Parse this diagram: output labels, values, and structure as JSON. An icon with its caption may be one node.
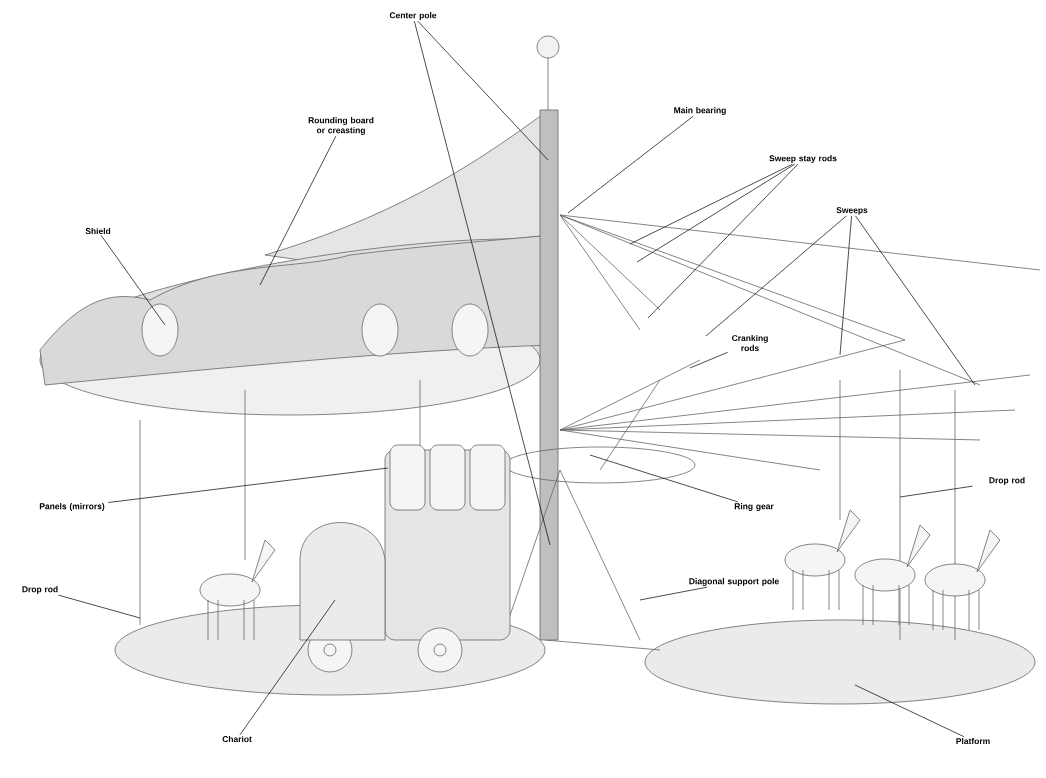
{
  "diagram": {
    "nodes": [
      {
        "text": [
          "Center pole"
        ]
      },
      {
        "text": [
          "Main bearing"
        ]
      },
      {
        "text": [
          "Rounding board or creasting"
        ]
      },
      {
        "text": [
          "Sweep stay rods"
        ]
      },
      {
        "text": [
          "Shield"
        ]
      },
      {
        "text": [
          "Sweeps"
        ]
      },
      {
        "text": [
          "Cranking rods"
        ]
      },
      {
        "text": [
          "Panels (mirrors)"
        ]
      },
      {
        "text": [
          "Ring gear"
        ]
      },
      {
        "text": [
          "Drop rod"
        ]
      },
      {
        "text": [
          "Drop rod"
        ]
      },
      {
        "text": [
          "Diagonal support pole"
        ]
      },
      {
        "text": [
          "Chariot"
        ]
      },
      {
        "text": [
          "Platform"
        ]
      }
    ],
    "edges": [
      {
        "from": 0,
        "to": null,
        "arrow": "none"
      },
      {
        "from": 0,
        "to": null,
        "arrow": "none"
      },
      {
        "from": 1,
        "to": null,
        "arrow": "none"
      },
      {
        "from": 2,
        "to": null,
        "arrow": "none"
      },
      {
        "from": 3,
        "to": null,
        "arrow": "none"
      },
      {
        "from": 3,
        "to": null,
        "arrow": "none"
      },
      {
        "from": 3,
        "to": null,
        "arrow": "none"
      },
      {
        "from": 4,
        "to": null,
        "arrow": "none"
      },
      {
        "from": 5,
        "to": null,
        "arrow": "none"
      },
      {
        "from": 5,
        "to": null,
        "arrow": "none"
      },
      {
        "from": 5,
        "to": null,
        "arrow": "none"
      },
      {
        "from": 6,
        "to": null,
        "arrow": "none"
      },
      {
        "from": 7,
        "to": null,
        "arrow": "none"
      },
      {
        "from": 8,
        "to": null,
        "arrow": "none"
      },
      {
        "from": 9,
        "to": null,
        "arrow": "none"
      },
      {
        "from": 10,
        "to": null,
        "arrow": "none"
      },
      {
        "from": 11,
        "to": null,
        "arrow": "none"
      },
      {
        "from": 12,
        "to": null,
        "arrow": "none"
      },
      {
        "from": 13,
        "to": null,
        "arrow": "none"
      }
    ]
  }
}
